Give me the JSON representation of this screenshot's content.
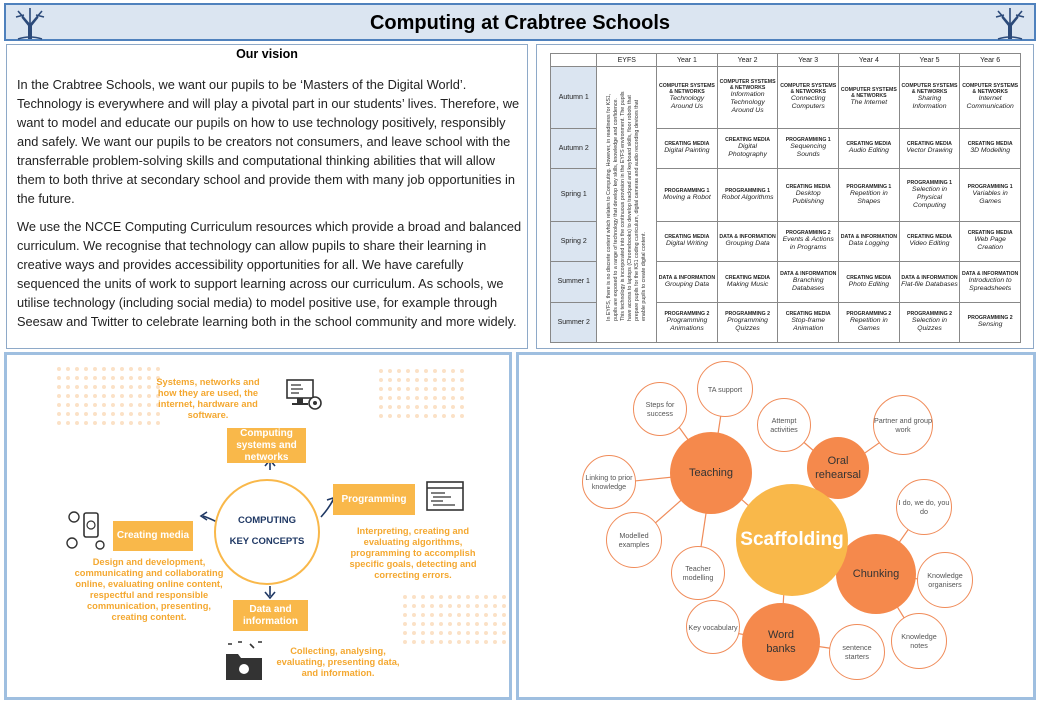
{
  "header": {
    "title": "Computing at Crabtree Schools"
  },
  "vision": {
    "heading": "Our vision",
    "para1": "In the Crabtree Schools, we want our pupils to be ‘Masters of the Digital World’. Technology is everywhere and will play a pivotal part in our students’ lives. Therefore, we want to model and educate our pupils on how to use technology positively, responsibly and safely.  We want our pupils to be creators not consumers, and leave school with the transferrable problem-solving skills and computational thinking abilities that will allow them to both thrive at secondary school and provide them with many job opportunities in the future.",
    "para2": "We use the NCCE Computing Curriculum resources which provide a broad and balanced curriculum.  We recognise that technology can allow pupils to share their learning in creative ways and provides accessibility opportunities for all.  We have carefully sequenced the units of work to support learning across our curriculum.  As schools, we utilise technology (including social media) to model positive use, for example through Seesaw and Twitter to celebrate learning both in the school community and more widely."
  },
  "curriculum": {
    "headers": [
      "",
      "EYFS",
      "Year 1",
      "Year 2",
      "Year 3",
      "Year 4",
      "Year 5",
      "Year 6"
    ],
    "eyfs_note": "In EYFS, there is no discrete content which relates to Computing. However, in readiness for KS1, pupils are exposed to a range of technology that develop key skills, knowledge and confidence. This technology is incorporated into the continuous provision in the EYFS environment. The pupils have access to laptops (Chromebooks) to develop trackpad and keyboard skills, floor robots that prepare pupils for the KS1 coding curriculum, digital cameras and audio recording devices that enable pupils to create digital content.",
    "rows": [
      {
        "term": "Autumn 1",
        "cells": [
          {
            "cat": "COMPUTER SYSTEMS & NETWORKS",
            "topic": "Technology Around Us"
          },
          {
            "cat": "COMPUTER SYSTEMS & NETWORKS",
            "topic": "Information Technology Around Us"
          },
          {
            "cat": "COMPUTER SYSTEMS & NETWORKS",
            "topic": "Connecting Computers"
          },
          {
            "cat": "COMPUTER SYSTEMS & NETWORKS",
            "topic": "The Internet"
          },
          {
            "cat": "COMPUTER SYSTEMS & NETWORKS",
            "topic": "Sharing Information"
          },
          {
            "cat": "COMPUTER SYSTEMS & NETWORKS",
            "topic": "Internet Communication"
          }
        ]
      },
      {
        "term": "Autumn 2",
        "cells": [
          {
            "cat": "CREATING MEDIA",
            "topic": "Digital Painting"
          },
          {
            "cat": "CREATING MEDIA",
            "topic": "Digital Photography"
          },
          {
            "cat": "PROGRAMMING 1",
            "topic": "Sequencing Sounds"
          },
          {
            "cat": "CREATING MEDIA",
            "topic": "Audio Editing"
          },
          {
            "cat": "CREATING MEDIA",
            "topic": "Vector Drawing"
          },
          {
            "cat": "CREATING MEDIA",
            "topic": "3D Modelling"
          }
        ]
      },
      {
        "term": "Spring 1",
        "cells": [
          {
            "cat": "PROGRAMMING 1",
            "topic": "Moving a Robot"
          },
          {
            "cat": "PROGRAMMING 1",
            "topic": "Robot Algorithms"
          },
          {
            "cat": "CREATING MEDIA",
            "topic": "Desktop Publishing"
          },
          {
            "cat": "PROGRAMMING 1",
            "topic": "Repetition in Shapes"
          },
          {
            "cat": "PROGRAMMING 1",
            "topic": "Selection in Physical Computing"
          },
          {
            "cat": "PROGRAMMING 1",
            "topic": "Variables in Games"
          }
        ]
      },
      {
        "term": "Spring 2",
        "cells": [
          {
            "cat": "CREATING MEDIA",
            "topic": "Digital Writing"
          },
          {
            "cat": "DATA & INFORMATION",
            "topic": "Grouping Data"
          },
          {
            "cat": "PROGRAMMING 2",
            "topic": "Events & Actions in Programs"
          },
          {
            "cat": "DATA & INFORMATION",
            "topic": "Data Logging"
          },
          {
            "cat": "CREATING MEDIA",
            "topic": "Video Editing"
          },
          {
            "cat": "CREATING MEDIA",
            "topic": "Web Page Creation"
          }
        ]
      },
      {
        "term": "Summer 1",
        "cells": [
          {
            "cat": "DATA & INFORMATION",
            "topic": "Grouping Data"
          },
          {
            "cat": "CREATING MEDIA",
            "topic": "Making Music"
          },
          {
            "cat": "DATA & INFORMATION",
            "topic": "Branching Databases"
          },
          {
            "cat": "CREATING MEDIA",
            "topic": "Photo Editing"
          },
          {
            "cat": "DATA & INFORMATION",
            "topic": "Flat-file Databases"
          },
          {
            "cat": "DATA & INFORMATION",
            "topic": "Introduction to Spreadsheets"
          }
        ]
      },
      {
        "term": "Summer 2",
        "cells": [
          {
            "cat": "PROGRAMMING 2",
            "topic": "Programming Animations"
          },
          {
            "cat": "PROGRAMMING 2",
            "topic": "Programming Quizzes"
          },
          {
            "cat": "CREATING MEDIA",
            "topic": "Stop-frame Animation"
          },
          {
            "cat": "PROGRAMMING 2",
            "topic": "Repetition in Games"
          },
          {
            "cat": "PROGRAMMING 2",
            "topic": "Selection in Quizzes"
          },
          {
            "cat": "PROGRAMMING 2",
            "topic": "Sensing"
          }
        ]
      }
    ]
  },
  "concepts": {
    "center": [
      "COMPUTING",
      "KEY CONCEPTS"
    ],
    "systems_desc": "Systems, networks and how they are used, the internet, hardware and software.",
    "systems_box": "Computing systems and networks",
    "programming_box": "Programming",
    "programming_desc": "Interpreting, creating and evaluating algorithms, programming to accomplish specific goals, detecting and correcting errors.",
    "media_box": "Creating media",
    "media_desc": "Design and development, communicating and collaborating online, evaluating online content, respectful and responsible communication, presenting, creating content.",
    "data_box": "Data and information",
    "data_desc": "Collecting, analysing, evaluating, presenting data, and information."
  },
  "scaffolding": {
    "center": "Scaffolding",
    "mid": [
      "Teaching",
      "Oral rehearsal",
      "Chunking",
      "Word banks"
    ],
    "small": [
      "Steps for success",
      "TA support",
      "Attempt activities",
      "Partner and group work",
      "Linking to prior knowledge",
      "I do, we do, you do",
      "Modelled examples",
      "Teacher modelling",
      "Knowledge organisers",
      "Key vocabulary",
      "sentence starters",
      "Knowledge notes"
    ]
  },
  "colors": {
    "accent": "#f9b84a",
    "border": "#4f81bd",
    "bubble": "#f5894c"
  }
}
